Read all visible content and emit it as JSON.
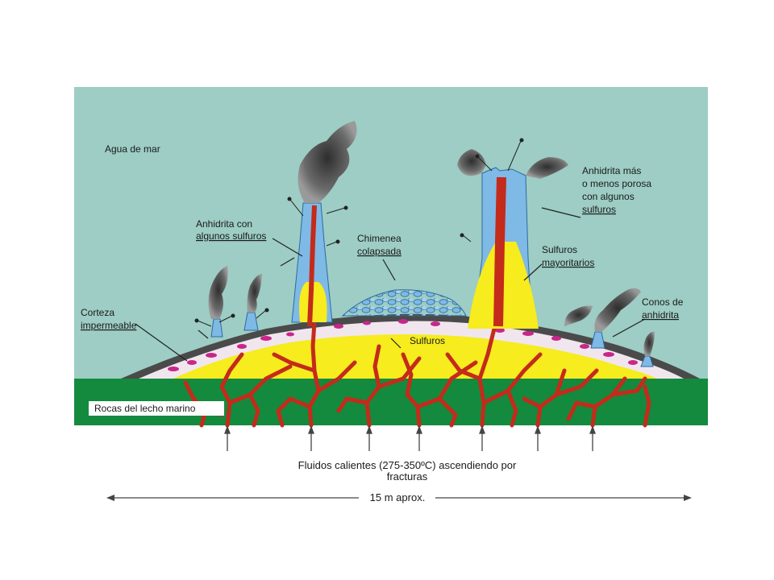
{
  "colors": {
    "sea": "#9dcdc4",
    "seabed": "#138a3e",
    "sulfide": "#f6ec1e",
    "anhydrite": "#7fb9e6",
    "vein": "#c42b1b",
    "crust": "#4a4a4a",
    "inclusions": "#c8268a",
    "smoke": "#555555"
  },
  "labels": {
    "agua_de_mar": "Agua de mar",
    "anhidrita_sulfuros_1": "Anhidrita con",
    "anhidrita_sulfuros_2": "algunos sulfuros",
    "chimenea_1": "Chimenea",
    "chimenea_2": "colapsada",
    "anhidrita_porosa_1": "Anhidrita más",
    "anhidrita_porosa_2": "o menos porosa",
    "anhidrita_porosa_3": "con algunos",
    "anhidrita_porosa_4": "sulfuros",
    "sulfuros_may_1": "Sulfuros",
    "sulfuros_may_2": "mayoritarios",
    "corteza_1": "Corteza",
    "corteza_2": "impermeable",
    "conos_1": "Conos de",
    "conos_2": "anhidrita",
    "sulfuros": "Sulfuros",
    "rocas": "Rocas del lecho marino",
    "fluidos_1": "Fluidos calientes (275-350ºC) ascendiendo por",
    "fluidos_2": "fracturas",
    "escala": "15 m aprox."
  }
}
